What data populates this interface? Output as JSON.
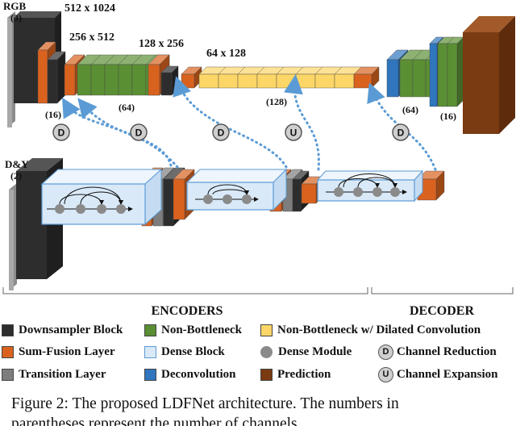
{
  "labels": {
    "rgb": "RGB",
    "rgb_channels": "(3)",
    "dy": "D&Y",
    "dy_channels": "(2)",
    "res1": "512 x 1024",
    "res2": "256 x 512",
    "res3": "128 x 256",
    "res4": "64 x 128",
    "ch16_enc": "(16)",
    "ch64_enc": "(64)",
    "ch128": "(128)",
    "ch64_dec": "(64)",
    "ch16_dec": "(16)",
    "encoders": "ENCODERS",
    "decoder": "DECODER",
    "op_d": "D",
    "op_u": "U"
  },
  "legend": {
    "downsampler": "Downsampler Block",
    "non_bottleneck": "Non-Bottleneck",
    "dilated": "Non-Bottleneck w/ Dilated Convolution",
    "sum_fusion": "Sum-Fusion Layer",
    "dense_block": "Dense Block",
    "dense_module": "Dense Module",
    "channel_reduction": "Channel Reduction",
    "transition": "Transition Layer",
    "deconvolution": "Deconvolution",
    "prediction": "Prediction",
    "channel_expansion": "Channel Expansion",
    "icon_d": "D",
    "icon_u": "U"
  },
  "colors": {
    "downsampler": "#2d2d2d",
    "non_bottleneck": "#5b8f34",
    "dilated": "#fcd667",
    "sum_fusion": "#d9621f",
    "dense_block": "#d9e9f8",
    "dense_module": "#8a8a8a",
    "transition": "#7d7d7d",
    "deconvolution": "#2f76bf",
    "prediction": "#7a3a12",
    "input": "#a8a8a8"
  },
  "caption": {
    "line1": "Figure 2: The proposed LDFNet architecture. The numbers in",
    "line2": "parentheses represent the number of channels."
  }
}
